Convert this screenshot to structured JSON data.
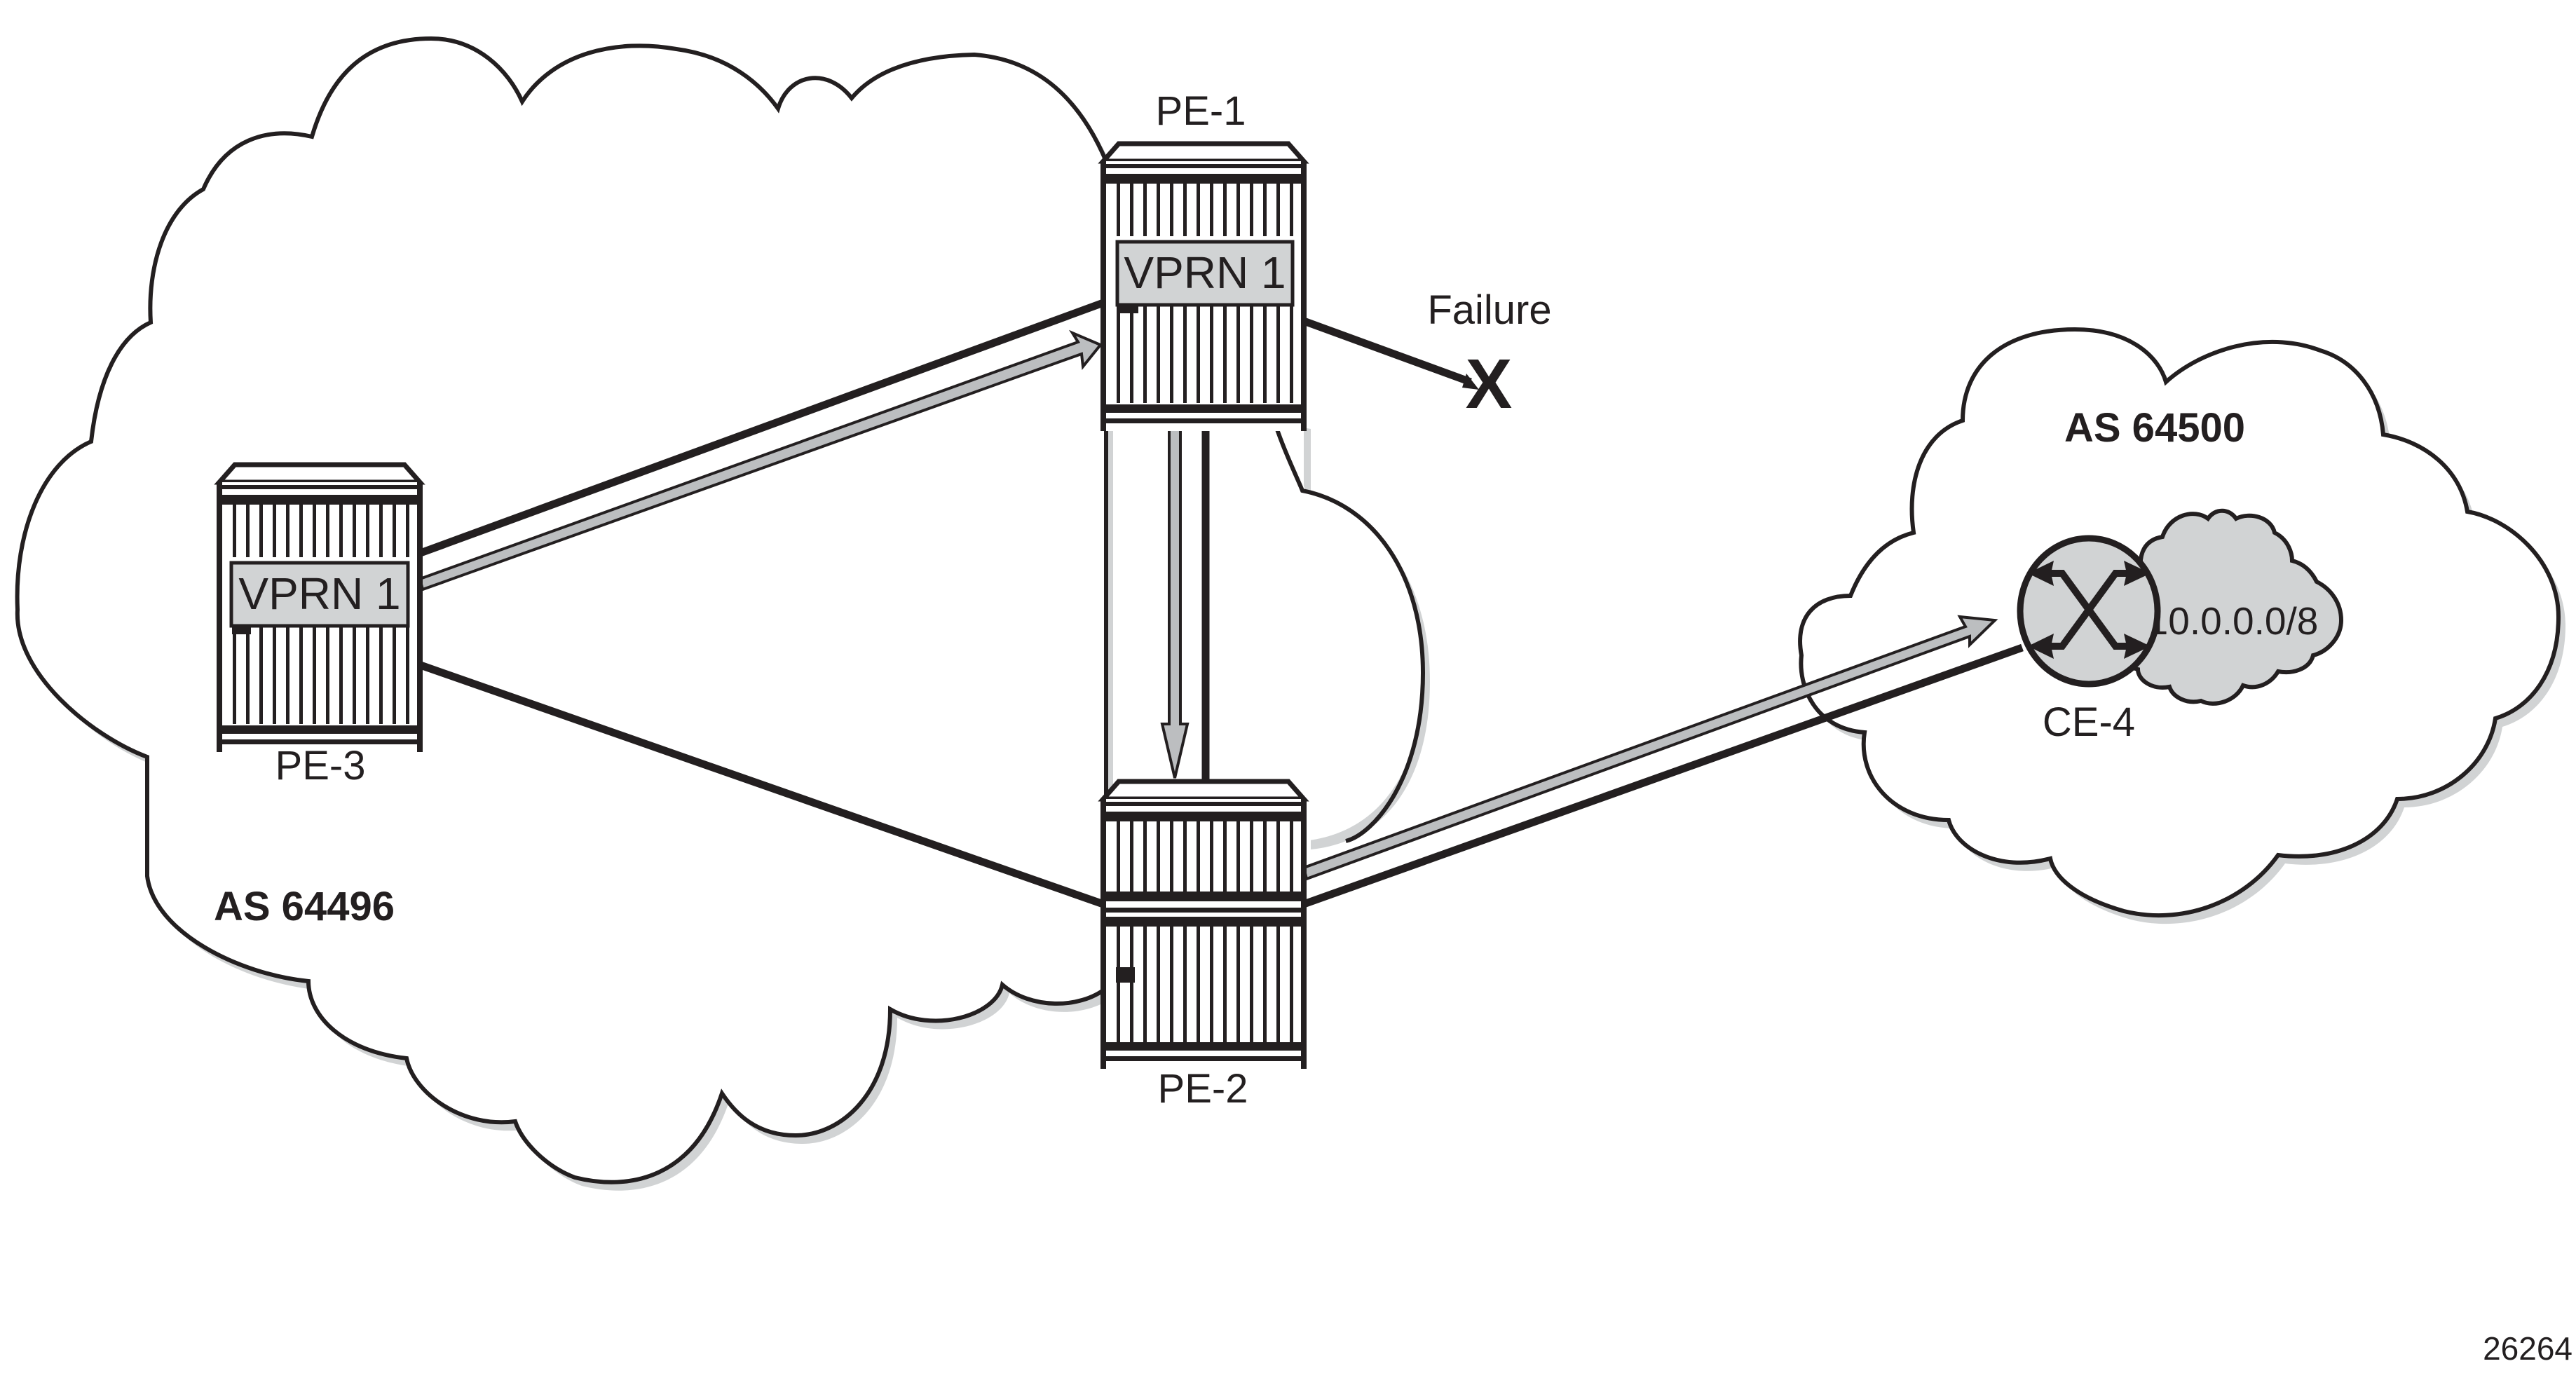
{
  "figure_id": "26264",
  "autonomous_systems": [
    {
      "id": "as-left",
      "label": "AS 64496"
    },
    {
      "id": "as-right",
      "label": "AS 64500"
    }
  ],
  "nodes": {
    "pe1": {
      "label": "PE-1",
      "service": "VPRN 1",
      "type": "router-chassis"
    },
    "pe2": {
      "label": "PE-2",
      "service": "",
      "type": "router-chassis"
    },
    "pe3": {
      "label": "PE-3",
      "service": "VPRN 1",
      "type": "router-chassis"
    },
    "ce4": {
      "label": "CE-4",
      "type": "router",
      "prefix": "10.0.0.0/8"
    }
  },
  "links": [
    {
      "from": "PE-3",
      "to": "PE-1",
      "style": "solid"
    },
    {
      "from": "PE-3",
      "to": "PE-2",
      "style": "solid"
    },
    {
      "from": "PE-1",
      "to": "PE-2",
      "style": "solid"
    },
    {
      "from": "PE-2",
      "to": "CE-4",
      "style": "solid"
    },
    {
      "from": "PE-1",
      "to": "CE-4",
      "style": "failed"
    }
  ],
  "traffic_path": [
    "PE-3",
    "PE-1",
    "PE-2",
    "CE-4"
  ],
  "failure": {
    "label": "Failure",
    "marker": "X"
  },
  "colors": {
    "line": "#231f20",
    "fill_gray": "#d1d3d4",
    "arrow_fill": "#bcbec0",
    "background": "#ffffff"
  }
}
